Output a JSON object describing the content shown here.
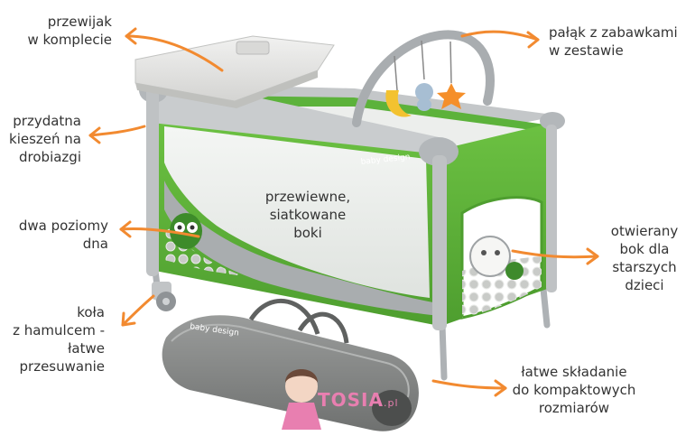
{
  "labels": {
    "changer": "przewijak\nw komplecie",
    "arch": "pałąk z zabawkami\nw zestawie",
    "pocket": "przydatna\nkieszeń na\ndrobiazgi",
    "mesh": "przewiewne,\nsiatkowane\nboki",
    "levels": "dwa poziomy\ndna",
    "side": "otwierany\nbok dla\nstarszych\ndzieci",
    "wheels": "koła\nz hamulcem -\nłatwe\nprzesuwanie",
    "folding": "łatwe składanie\ndo kompaktowych\nrozmiarów"
  },
  "brand": {
    "crib_logo": "baby design",
    "bag_logo": "baby design",
    "watermark": "TOSIA",
    "watermark_suffix": ".pl"
  },
  "colors": {
    "arrow": "#f28a30",
    "crib_green": "#5bb13a",
    "frame_grey": "#b8bcbf",
    "text": "#333333"
  }
}
